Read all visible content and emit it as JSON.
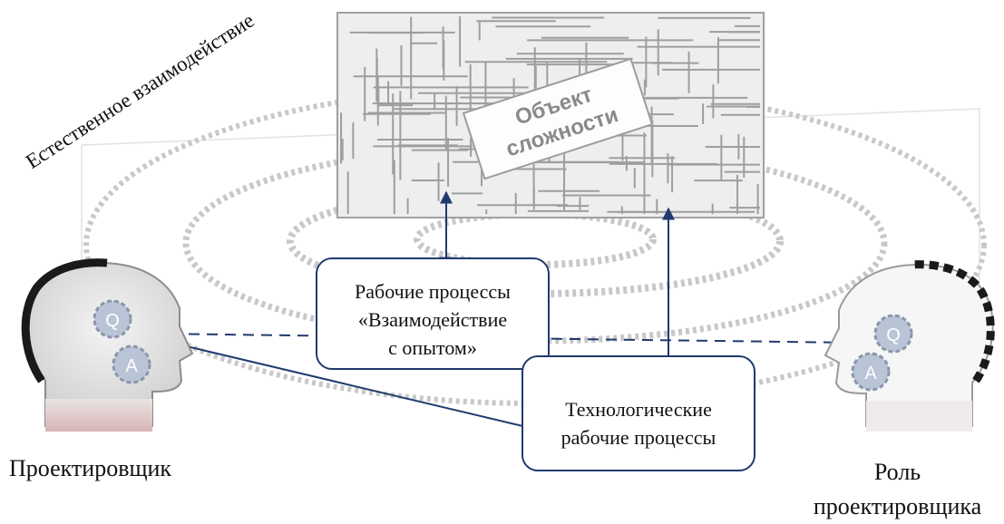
{
  "object": {
    "line1": "Объект",
    "line2": "сложности"
  },
  "natural_interaction": "Естественное взаимодействие",
  "box_experience": {
    "line1": "Рабочие процессы",
    "line2": "«Взаимодействие",
    "line3": "с опытом»"
  },
  "box_tech": {
    "line1": "Технологические",
    "line2": "рабочие процессы"
  },
  "person_left": {
    "label": "Проектировщик",
    "gear_top": "Q",
    "gear_bottom": "A"
  },
  "person_right": {
    "line1": "Роль",
    "line2": "проектировщика",
    "gear_top": "Q",
    "gear_bottom": "A"
  },
  "colors": {
    "arrow": "#1f3a6e",
    "ring": "#c8c8c8",
    "circuit": "#9e9e9e",
    "gear": "#b9c4d6"
  }
}
